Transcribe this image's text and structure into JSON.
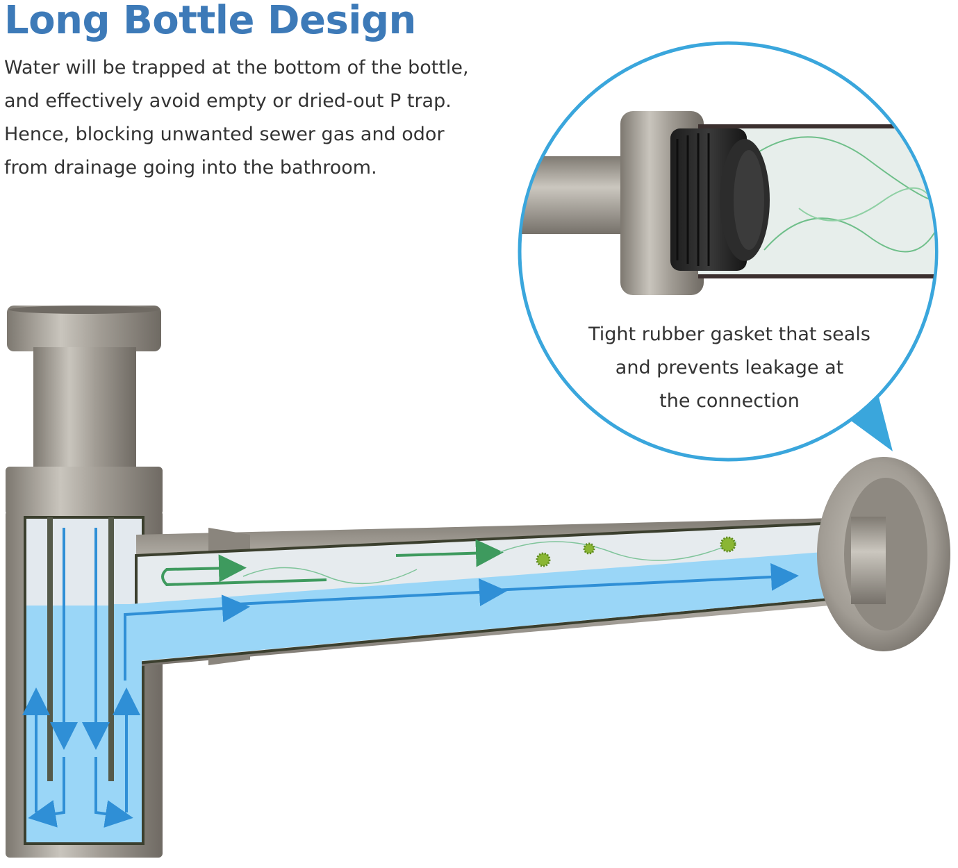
{
  "heading": "Long Bottle Design",
  "description": [
    "Water will be trapped at the bottom of the bottle,",
    "and effectively avoid empty or dried-out P trap.",
    "Hence, blocking unwanted sewer gas and odor",
    "from drainage going into the bathroom."
  ],
  "callout": [
    "Tight rubber gasket that seals",
    "and prevents leakage at",
    "the connection"
  ],
  "colors": {
    "heading": "#3d7ab8",
    "callout_border": "#3aa6dc",
    "water": "#9ad6f7",
    "flow_arrow": "#2f8fd6",
    "gas_arrow": "#3e9a5e",
    "metal": "#9a958d"
  },
  "icons": [
    "flow-arrow-icon",
    "gas-arrow-icon",
    "bacteria-icon"
  ]
}
